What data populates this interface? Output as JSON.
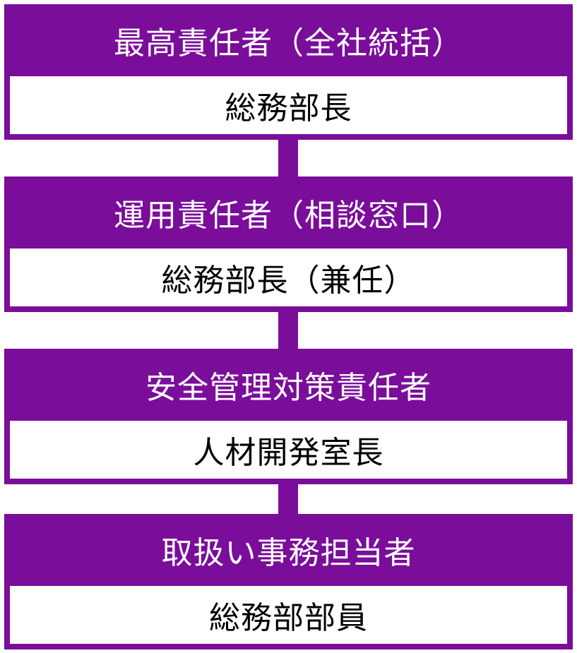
{
  "roles": [
    {
      "title": "最高責任者（全社統括）",
      "holder": "総務部長"
    },
    {
      "title": "運用責任者（相談窓口）",
      "holder": "総務部長（兼任）"
    },
    {
      "title": "安全管理対策責任者",
      "holder": "人材開発室長"
    },
    {
      "title": "取扱い事務担当者",
      "holder": "総務部部員"
    }
  ],
  "colors": {
    "accent": "#7a0d9a",
    "title_text": "#ffffff",
    "body_bg": "#ffffff",
    "body_text": "#000000"
  }
}
